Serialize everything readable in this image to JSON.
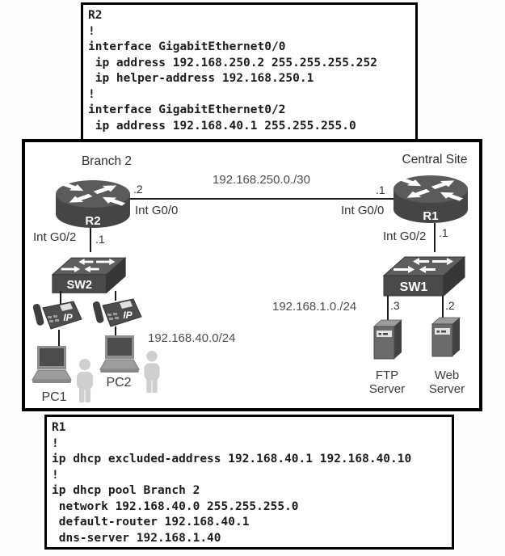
{
  "cfg_r2": {
    "lines": [
      "R2",
      "!",
      "interface GigabitEthernet0/0",
      " ip address 192.168.250.2 255.255.255.252",
      " ip helper-address 192.168.250.1",
      "!",
      "interface GigabitEthernet0/2",
      " ip address 192.168.40.1 255.255.255.0"
    ]
  },
  "cfg_r1": {
    "lines": [
      "R1",
      "!",
      "ip dhcp excluded-address 192.168.40.1 192.168.40.10",
      "!",
      "ip dhcp pool Branch 2",
      " network 192.168.40.0 255.255.255.0",
      " default-router 192.168.40.1",
      " dns-server 192.168.1.40"
    ]
  },
  "topology": {
    "branch_site_label": "Branch 2",
    "central_site_label": "Central Site",
    "wan_subnet": "192.168.250.0./30",
    "r2": {
      "name": "R2",
      "wan_ip": ".2",
      "wan_iface": "Int G0/0",
      "lan_iface": "Int G0/2",
      "lan_ip": ".1"
    },
    "r1": {
      "name": "R1",
      "wan_ip": ".1",
      "wan_iface": "Int G0/0",
      "lan_iface": "Int G0/2",
      "lan_ip": ".1"
    },
    "sw2_name": "SW2",
    "sw1_name": "SW1",
    "phone_label": "IP",
    "branch_subnet": "192.168.40.0/24",
    "central_subnet": "192.168.1.0./24",
    "pc1_label": "PC1",
    "pc2_label": "PC2",
    "ftp_ip": ".3",
    "web_ip": ".2",
    "ftp_label_line1": "FTP",
    "ftp_label_line2": "Server",
    "web_label_line1": "Web",
    "web_label_line2": "Server"
  },
  "colors": {
    "device_body": "#4a4a4a",
    "device_top": "#5b5b5b",
    "connection_line": "#1a1a1a",
    "person_silhouette": "#cfcfcf",
    "config_text": "#1c1c1c",
    "border": "#000000"
  }
}
